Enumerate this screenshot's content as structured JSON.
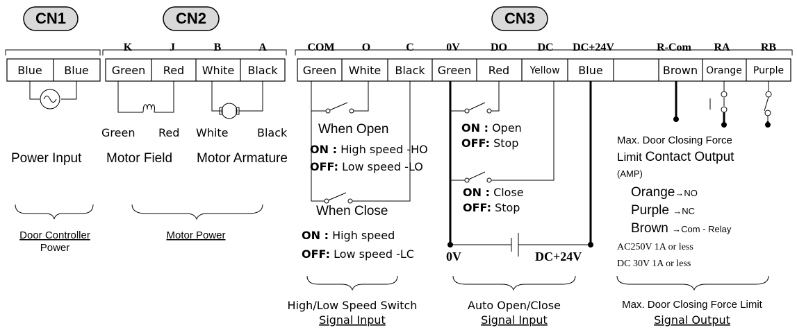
{
  "connectors": {
    "cn1": {
      "label": "CN1"
    },
    "cn2": {
      "label": "CN2"
    },
    "cn3": {
      "label": "CN3"
    }
  },
  "pin_labels": [
    "K",
    "J",
    "B",
    "A",
    "COM",
    "O",
    "C",
    "0V",
    "DO",
    "DC",
    "DC+24V",
    "R-Com",
    "RA",
    "RB"
  ],
  "terminals": [
    "Blue",
    "Blue",
    "Green",
    "Red",
    "White",
    "Black",
    "Green",
    "White",
    "Black",
    "Green",
    "Red",
    "Yellow",
    "Blue",
    "",
    "Brown",
    "Orange",
    "Purple"
  ],
  "motor_wire_labels": [
    "Green",
    "Red",
    "White",
    "Black"
  ],
  "device_labels": {
    "power_input": "Power Input",
    "motor_field": "Motor Field",
    "motor_armature": "Motor Armature"
  },
  "cn1_group": {
    "line1": "Door Controller",
    "line2": "Power"
  },
  "cn2_group": {
    "label": "Motor Power"
  },
  "speed_switch": {
    "when_open": "When Open",
    "on_prefix": "ON :",
    "on_open_text": "High speed -HO",
    "off_prefix": "OFF:",
    "off_open_text": "Low speed -LO",
    "when_close": "When Close",
    "on_close_text": "High speed",
    "off_close_text": "Low speed -LC",
    "group_line1": "High/Low Speed Switch",
    "group_line2": "Signal Input"
  },
  "auto_open_close": {
    "on_prefix": "ON :",
    "on_open": "Open",
    "off_prefix": "OFF:",
    "off_open": "Stop",
    "on_close": "Close",
    "off_close": "Stop",
    "zero_v": "0V",
    "dc24v": "DC+24V",
    "group_line1": "Auto Open/Close",
    "group_line2": "Signal Input"
  },
  "force_limit": {
    "line1": "Max. Door Closing Force",
    "line2_a": "Limit ",
    "line2_b": "Contact Output",
    "amp": "(AMP)",
    "orange_color": "Orange",
    "orange_val": "→NO",
    "purple_color": "Purple",
    "purple_val": "→NC",
    "brown_color": "Brown",
    "brown_val": "→Com - Relay",
    "ac_rating": "AC250V 1A or less",
    "dc_rating": "DC 30V 1A or less",
    "group_line1": "Max. Door Closing Force Limit",
    "group_line2": "Signal Output"
  }
}
